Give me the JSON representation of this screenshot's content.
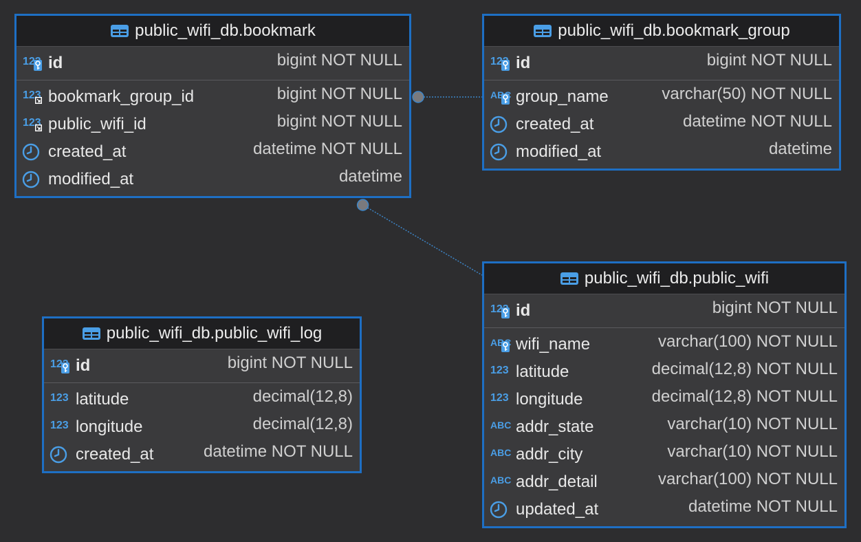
{
  "colors": {
    "background": "#2d2d2f",
    "table_border": "#1e6fc4",
    "table_body": "#3a3a3c",
    "header_bg": "#1f1f21",
    "icon_blue": "#4a9ee6",
    "relation_line": "#3d86c9",
    "relation_dot": "#7a7a7d"
  },
  "tables": [
    {
      "id": "bookmark",
      "title": "public_wifi_db.bookmark",
      "pk": {
        "name": "id",
        "type": "bigint NOT NULL",
        "icon": "numeric-key-icon"
      },
      "columns": [
        {
          "name": "bookmark_group_id",
          "type": "bigint NOT NULL",
          "icon": "numeric-foreign-key-icon"
        },
        {
          "name": "public_wifi_id",
          "type": "bigint NOT NULL",
          "icon": "numeric-foreign-key-icon"
        },
        {
          "name": "created_at",
          "type": "datetime NOT NULL",
          "icon": "clock-icon"
        },
        {
          "name": "modified_at",
          "type": "datetime",
          "icon": "clock-icon"
        }
      ]
    },
    {
      "id": "bookmark_group",
      "title": "public_wifi_db.bookmark_group",
      "pk": {
        "name": "id",
        "type": "bigint NOT NULL",
        "icon": "numeric-key-icon"
      },
      "columns": [
        {
          "name": "group_name",
          "type": "varchar(50) NOT NULL",
          "icon": "text-key-icon"
        },
        {
          "name": "created_at",
          "type": "datetime NOT NULL",
          "icon": "clock-icon"
        },
        {
          "name": "modified_at",
          "type": "datetime",
          "icon": "clock-icon"
        }
      ]
    },
    {
      "id": "public_wifi",
      "title": "public_wifi_db.public_wifi",
      "pk": {
        "name": "id",
        "type": "bigint NOT NULL",
        "icon": "numeric-key-icon"
      },
      "columns": [
        {
          "name": "wifi_name",
          "type": "varchar(100) NOT NULL",
          "icon": "text-key-icon"
        },
        {
          "name": "latitude",
          "type": "decimal(12,8) NOT NULL",
          "icon": "numeric-icon"
        },
        {
          "name": "longitude",
          "type": "decimal(12,8) NOT NULL",
          "icon": "numeric-icon"
        },
        {
          "name": "addr_state",
          "type": "varchar(10) NOT NULL",
          "icon": "text-icon"
        },
        {
          "name": "addr_city",
          "type": "varchar(10) NOT NULL",
          "icon": "text-icon"
        },
        {
          "name": "addr_detail",
          "type": "varchar(100) NOT NULL",
          "icon": "text-icon"
        },
        {
          "name": "updated_at",
          "type": "datetime NOT NULL",
          "icon": "clock-icon"
        }
      ]
    },
    {
      "id": "public_wifi_log",
      "title": "public_wifi_db.public_wifi_log",
      "pk": {
        "name": "id",
        "type": "bigint NOT NULL",
        "icon": "numeric-key-icon"
      },
      "columns": [
        {
          "name": "latitude",
          "type": "decimal(12,8)",
          "icon": "numeric-icon"
        },
        {
          "name": "longitude",
          "type": "decimal(12,8)",
          "icon": "numeric-icon"
        },
        {
          "name": "created_at",
          "type": "datetime NOT NULL",
          "icon": "clock-icon"
        }
      ]
    }
  ],
  "relations": [
    {
      "from_table": "bookmark",
      "from_column": "bookmark_group_id",
      "to_table": "bookmark_group"
    },
    {
      "from_table": "bookmark",
      "from_column": "public_wifi_id",
      "to_table": "public_wifi"
    }
  ]
}
